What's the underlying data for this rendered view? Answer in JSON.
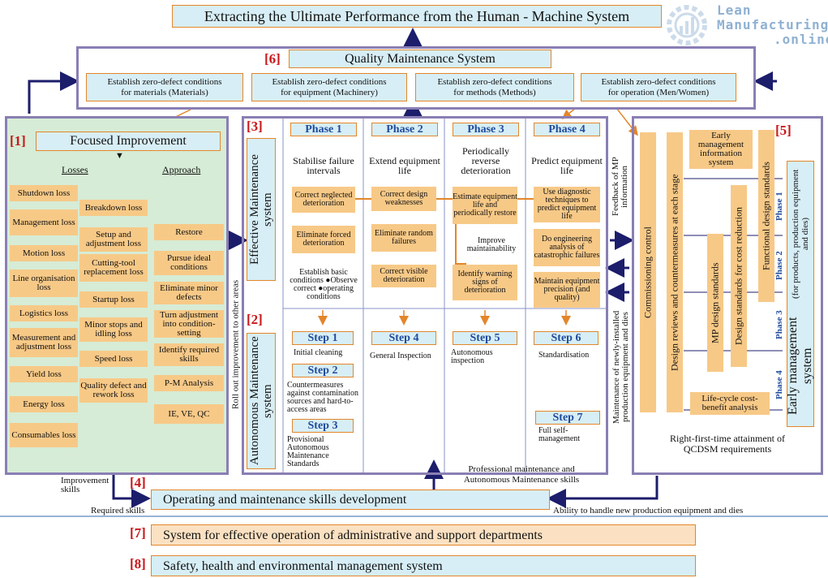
{
  "title": "Extracting the Ultimate Performance from the Human - Machine System",
  "logo": {
    "line1": "Lean",
    "line2": "Manufacturing",
    "line3": ".online"
  },
  "qm": {
    "num": "[6]",
    "title": "Quality Maintenance System",
    "items": [
      {
        "l1": "Establish zero-defect conditions",
        "l2": "for materials (Materials)"
      },
      {
        "l1": "Establish zero-defect conditions",
        "l2": "for equipment (Machinery)"
      },
      {
        "l1": "Establish zero-defect conditions",
        "l2": "for methods (Methods)"
      },
      {
        "l1": "Establish zero-defect conditions",
        "l2": "for operation (Men/Women)"
      }
    ]
  },
  "fi": {
    "num": "[1]",
    "title": "Focused Improvement",
    "losses_header": "Losses",
    "approach_header": "Approach",
    "col1": [
      "Shutdown loss",
      "Management loss",
      "Motion loss",
      "Line organisation loss",
      "Logistics loss",
      "Measurement and adjustment loss",
      "Yield loss",
      "Energy loss",
      "Consumables loss"
    ],
    "col2": [
      "Breakdown loss",
      "Setup and adjustment loss",
      "Cutting-tool replacement loss",
      "Startup loss",
      "Minor stops and idling loss",
      "Speed loss",
      "Quality defect and rework loss"
    ],
    "approach": [
      "Restore",
      "Pursue ideal conditions",
      "Eliminate minor defects",
      "Turn adjustment into condition-setting",
      "Identify required skills",
      "P-M Analysis",
      "IE, VE, QC"
    ]
  },
  "rollout": "Roll out improvement to other areas",
  "em": {
    "num": "[3]",
    "label": "Effective Maintenance system",
    "phases": [
      {
        "name": "Phase 1",
        "desc": "Stabilise failure intervals"
      },
      {
        "name": "Phase 2",
        "desc": "Extend equipment life"
      },
      {
        "name": "Phase 3",
        "desc": "Periodically reverse deterioration"
      },
      {
        "name": "Phase 4",
        "desc": "Predict equipment life"
      }
    ],
    "p1_boxes": [
      "Correct neglected deterioration",
      "Eliminate forced deterioration"
    ],
    "p1_note": "Establish basic conditions ●Observe correct ●operating conditions",
    "p2_boxes": [
      "Correct design weaknesses",
      "Eliminate random failures",
      "Correct visible deterioration"
    ],
    "p3_boxes": [
      "Estimate equipment life and periodically restore",
      "Identify warning signs of deterioration"
    ],
    "p3_note": "Improve maintainability",
    "p4_boxes": [
      "Use diagnostic techniques to predict equipment life",
      "Do engineering analysis of catastrophic failures",
      "Maintain equipment precision (and quality)"
    ]
  },
  "am": {
    "num": "[2]",
    "label": "Autonomous Maintenance system",
    "steps": [
      {
        "name": "Step 1",
        "desc": "Initial cleaning"
      },
      {
        "name": "Step 2",
        "desc": "Countermeasures against contamination sources and hard-to-access areas"
      },
      {
        "name": "Step 3",
        "desc": "Provisional Autonomous Maintenance Standards"
      },
      {
        "name": "Step 4",
        "desc": "General Inspection"
      },
      {
        "name": "Step 5",
        "desc": "Autonomous inspection"
      },
      {
        "name": "Step 6",
        "desc": "Standardisation"
      },
      {
        "name": "Step 7",
        "desc": "Full self-management"
      }
    ]
  },
  "mid": {
    "feedback": "Feedback of MP information",
    "maint_new": "Maintenance of newly-installed production equipment and dies"
  },
  "emg": {
    "num": "[5]",
    "commissioning": "Commissioning control",
    "design_reviews": "Design reviews and countermeasures at each stage",
    "info": "Early management information system",
    "mp": "MP design standards",
    "cost": "Design standards for cost reduction",
    "functional": "Functional design standards",
    "lifecycle": "Life-cycle cost-benefit analysis",
    "phases": [
      "Phase 1",
      "Phase 2",
      "Phase 3",
      "Phase 4"
    ],
    "system_l1": "Early management system",
    "system_l2": "(for products, production equipment and dies)",
    "rft_l1": "Right-first-time attainment of",
    "rft_l2": "QCDSM requirements"
  },
  "skills": {
    "num": "[4]",
    "title": "Operating and maintenance skills development",
    "improvement": "Improvement skills",
    "required": "Required skills",
    "professional_l1": "Professional maintenance and",
    "professional_l2": "Autonomous Maintenance skills",
    "ability": "Ability to handle new production equipment and dies"
  },
  "admin": {
    "num": "[7]",
    "title": "System for effective operation of administrative and support departments"
  },
  "safety": {
    "num": "[8]",
    "title": "Safety, health and environmental management system"
  }
}
